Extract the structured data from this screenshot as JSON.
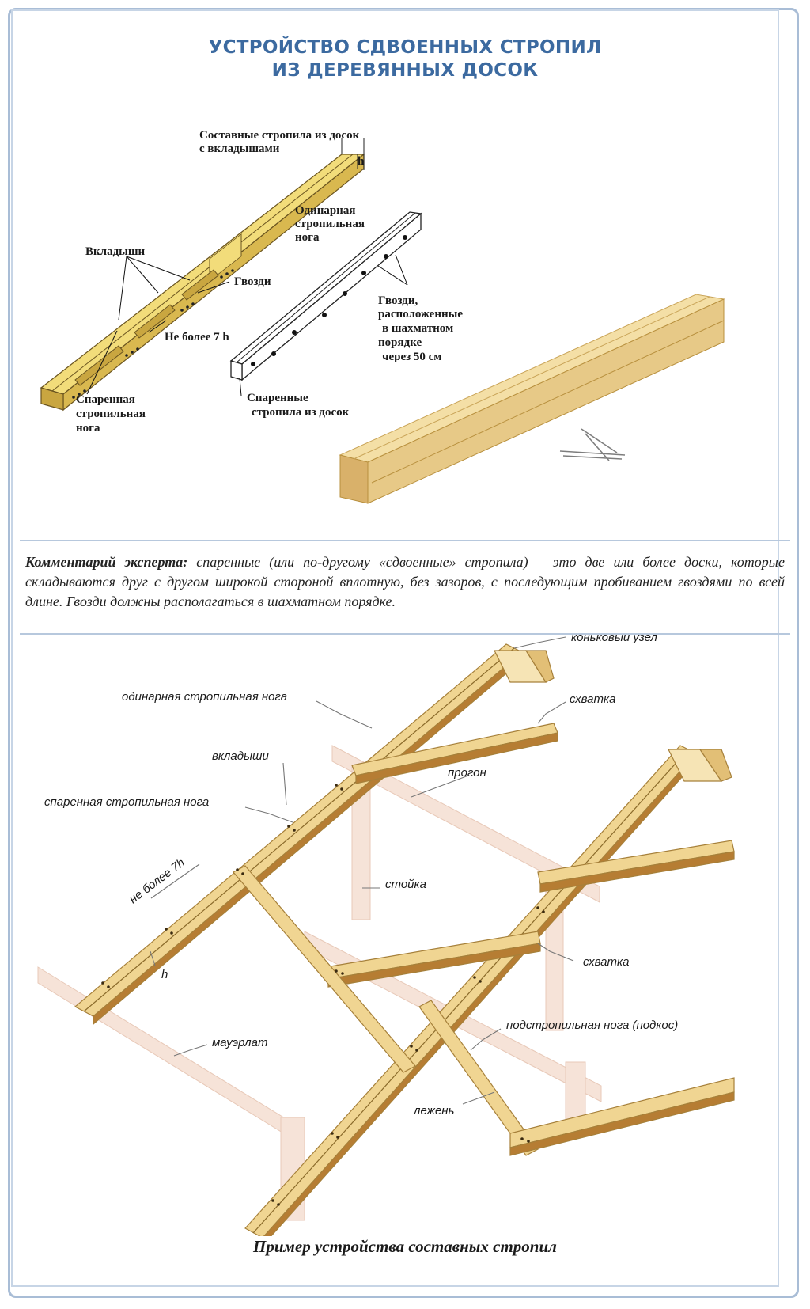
{
  "title": {
    "line1": "УСТРОЙСТВО СДВОЕННЫХ СТРОПИЛ",
    "line2": "ИЗ ДЕРЕВЯННЫХ ДОСОК"
  },
  "top_diagram": {
    "composite_label_1": "Составные стропила из досок",
    "composite_label_2": "с вкладышами",
    "h": "h",
    "single_leg_1": "Одинарная",
    "single_leg_2": "стропильная",
    "single_leg_3": "нога",
    "inserts": "Вкладыши",
    "nails": "Гвозди",
    "not_more": "Не более 7 h",
    "staggered_1": "Гвозди,",
    "staggered_2": "расположенные",
    "staggered_3": "в шахматном",
    "staggered_4": "порядке",
    "staggered_5": "через 50 см",
    "paired_leg_1": "Спаренная",
    "paired_leg_2": "стропильная",
    "paired_leg_3": "нога",
    "paired_rafters_1": "Спаренные",
    "paired_rafters_2": "стропила из досок"
  },
  "comment": {
    "lead": "Комментарий эксперта:",
    "text": " спаренные (или по-другому «сдвоенные» стропила) – это две или более доски, которые складываются друг с другом широкой стороной вплотную, без зазоров, с последующим пробиванием гвоздями по всей длине. Гвозди должны располагаться в шахматном порядке."
  },
  "bottom_diagram": {
    "ridge": "коньковый узел",
    "single_leg": "одинарная стропильная нога",
    "tie1": "схватка",
    "inserts": "вкладыши",
    "purlin": "прогон",
    "paired_leg": "спаренная стропильная нога",
    "not_more": "не более 7h",
    "post": "стойка",
    "tie2": "схватка",
    "h": "h",
    "strut": "подстропильная нога (подкос)",
    "mauerlat": "мауэрлат",
    "sill": "лежень"
  },
  "caption": "Пример устройства составных стропил",
  "colors": {
    "title": "#3c6aa0",
    "wood": "#e8cf86",
    "wood_dark": "#b8903e",
    "ghost": "#f3ddd0"
  }
}
